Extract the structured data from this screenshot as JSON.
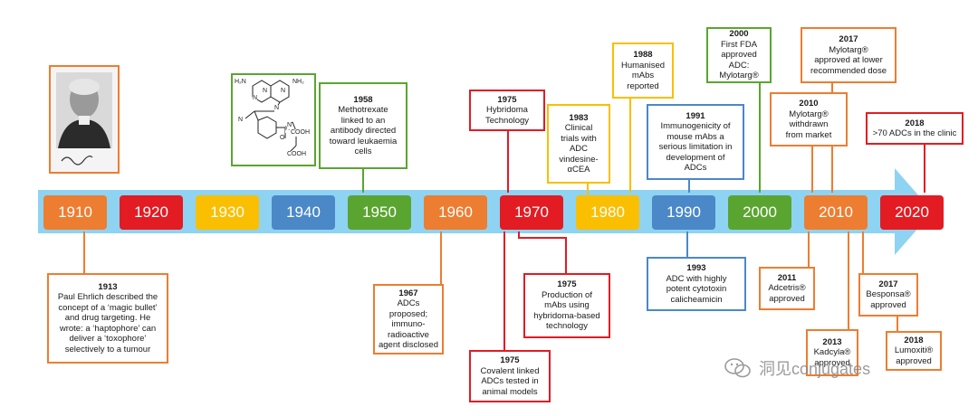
{
  "decades": [
    {
      "label": "1910",
      "color": "#ed7d31"
    },
    {
      "label": "1920",
      "color": "#e31b23"
    },
    {
      "label": "1930",
      "color": "#f9bf00"
    },
    {
      "label": "1940",
      "color": "#4a88c8"
    },
    {
      "label": "1950",
      "color": "#5aa530"
    },
    {
      "label": "1960",
      "color": "#ed7d31"
    },
    {
      "label": "1970",
      "color": "#e31b23"
    },
    {
      "label": "1980",
      "color": "#f9bf00"
    },
    {
      "label": "1990",
      "color": "#4a88c8"
    },
    {
      "label": "2000",
      "color": "#5aa530"
    },
    {
      "label": "2010",
      "color": "#ed7d31"
    },
    {
      "label": "2020",
      "color": "#e31b23"
    }
  ],
  "events": {
    "e1913": {
      "year": "1913",
      "text": "Paul Ehrlich described the\nconcept of a ‘magic bullet’\nand drug targeting. He\nwrote: a ‘haptophore’ can\ndeliver a ‘toxophore’\nselectively to a tumour"
    },
    "e1958": {
      "year": "1958",
      "text": "Methotrexate\nlinked to an\nantibody directed\ntoward leukaemia\ncells"
    },
    "e1967": {
      "year": "1967",
      "text": "ADCs proposed;\nimmuno-\nradioactive\nagent disclosed"
    },
    "e1975a": {
      "year": "1975",
      "text": "Hybridoma\nTechnology"
    },
    "e1975b": {
      "year": "1975",
      "text": "Production of\nmAbs using\nhybridoma-based\ntechnology"
    },
    "e1975c": {
      "year": "1975",
      "text": "Covalent linked\nADCs tested in\nanimal models"
    },
    "e1983": {
      "year": "1983",
      "text": "Clinical\ntrials with\nADC\nvindesine-\nαCEA"
    },
    "e1988": {
      "year": "1988",
      "text": "Humanised\nmAbs\nreported"
    },
    "e1991": {
      "year": "1991",
      "text": "Immunogenicity of\nmouse mAbs a\nserious limitation in\ndevelopment of\nADCs"
    },
    "e1993": {
      "year": "1993",
      "text": "ADC with highly\npotent cytotoxin\ncalicheamicin"
    },
    "e2000": {
      "year": "2000",
      "text": "First FDA\napproved ADC:\nMylotarg®"
    },
    "e2010": {
      "year": "2010",
      "text": "Mylotarg®\nwithdrawn\nfrom market"
    },
    "e2011": {
      "year": "2011",
      "text": "Adcetris®\napproved"
    },
    "e2013": {
      "year": "2013",
      "text": "Kadcyla®\napproved"
    },
    "e2017a": {
      "year": "2017",
      "text": "Mylotarg®\napproved at lower\nrecommended  dose"
    },
    "e2017b": {
      "year": "2017",
      "text": "Besponsa®\napproved"
    },
    "e2018a": {
      "year": "2018",
      "text": ">70 ADCs in the  clinic"
    },
    "e2018b": {
      "year": "2018",
      "text": "Lumoxiti®\napproved"
    }
  },
  "molecule": {
    "labels": [
      "H₂N",
      "NH₂",
      "N",
      "N",
      "N",
      "N",
      "N",
      "O",
      "H",
      "N",
      "COOH",
      "COOH"
    ]
  },
  "portrait": {
    "signature": "Paul Ehrlich"
  },
  "watermark": {
    "text": "洞见conjugates",
    "icon": "wechat-icon"
  }
}
